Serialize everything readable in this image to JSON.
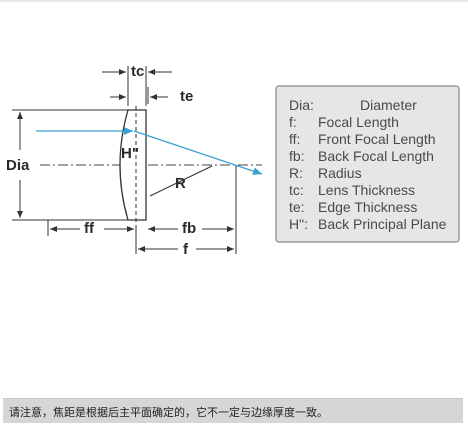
{
  "diagram": {
    "labels": {
      "tc": "tc",
      "te": "te",
      "dia": "Dia",
      "h": "H\"",
      "r": "R",
      "ff": "ff",
      "fb": "fb",
      "f": "f"
    },
    "legend": [
      {
        "key": "Dia:",
        "desc": "Diameter"
      },
      {
        "key": "f:",
        "desc": "Focal Length"
      },
      {
        "key": "ff:",
        "desc": "Front Focal Length"
      },
      {
        "key": "fb:",
        "desc": "Back Focal Length"
      },
      {
        "key": "R:",
        "desc": "Radius"
      },
      {
        "key": "tc:",
        "desc": "Lens Thickness"
      },
      {
        "key": "te:",
        "desc": "Edge Thickness"
      },
      {
        "key": "H\":",
        "desc": "Back Principal Plane"
      }
    ],
    "colors": {
      "ray": "#3aa0d0",
      "line": "#333333",
      "legend_bg": "#e6e6e6",
      "legend_border": "#9a9a9a"
    }
  },
  "note": {
    "text": "请注意，焦距是根据后主平面确定的，它不一定与边缘厚度一致。"
  }
}
